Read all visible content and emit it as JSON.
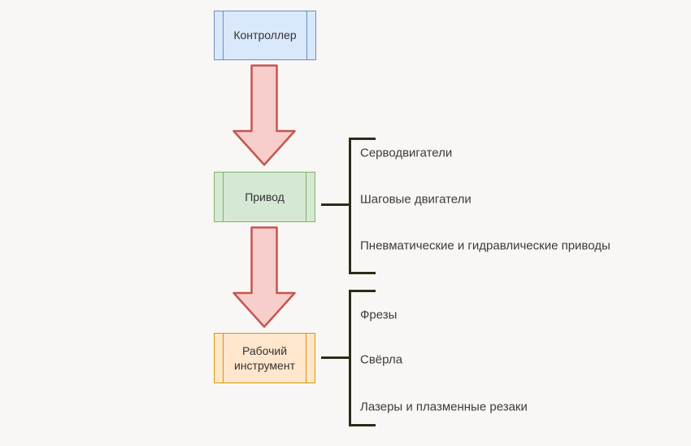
{
  "colors": {
    "background": "#f8f7f5",
    "node_blue_fill": "#dae8fc",
    "node_blue_stroke": "#6c8ebf",
    "node_green_fill": "#d5e8d4",
    "node_green_stroke": "#82b366",
    "node_orange_fill": "#ffe6cc",
    "node_orange_stroke": "#d79b00",
    "arrow_fill": "#f8cecc",
    "arrow_stroke": "#c4574e",
    "line": "#2e2c18",
    "text": "#333333",
    "label_text": "#3c3c32"
  },
  "icons": {
    "flow_arrow": "thick-down-arrow"
  },
  "diagram": {
    "nodes": [
      {
        "id": "controller",
        "label": "Контроллер"
      },
      {
        "id": "drive",
        "label": "Привод"
      },
      {
        "id": "tool",
        "label": "Рабочий инструмент"
      }
    ],
    "drive_branches": [
      "Серводвигатели",
      "Шаговые двигатели",
      "Пневматические и гидравлические приводы"
    ],
    "tool_branches": [
      "Фрезы",
      "Свёрла",
      "Лазеры и плазменные резаки"
    ]
  }
}
